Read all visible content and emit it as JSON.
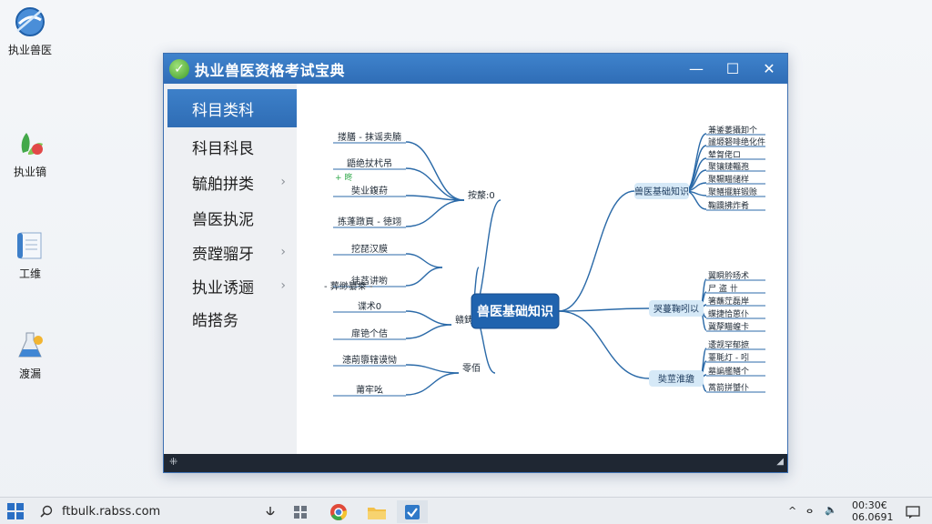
{
  "desktop": {
    "icons": [
      {
        "label": "执业兽医",
        "icon": "globe-app-icon"
      },
      {
        "label": "执业镝",
        "icon": "plant-app-icon"
      },
      {
        "label": "工维",
        "icon": "notepad-icon"
      },
      {
        "label": "渡漏",
        "icon": "flask-icon"
      }
    ]
  },
  "window": {
    "title": "执业兽医资格考试宝典",
    "controls": {
      "minimize": "—",
      "maximize": "☐",
      "close": "✕"
    },
    "statusbar_left": "⁜"
  },
  "sidebar": {
    "items": [
      {
        "label": "科目类科",
        "active": true,
        "chevron": false
      },
      {
        "label": "科目科艮",
        "active": false,
        "chevron": false
      },
      {
        "label": "毓舶拼类",
        "active": false,
        "chevron": true
      },
      {
        "label": "兽医执泥",
        "active": false,
        "chevron": false
      },
      {
        "label": "赍蹚骝牙",
        "active": false,
        "chevron": true
      },
      {
        "label": "执业诱逦",
        "active": false,
        "chevron": true
      },
      {
        "label": "皓搭务",
        "active": false,
        "chevron": false
      }
    ],
    "chevron_glyph": "›"
  },
  "mindmap": {
    "center": "兽医基础知识",
    "left_branches": [
      {
        "label": "按漦:0",
        "leaves": [
          "搂膳 - 抹谣卖腩",
          "鼯绝扙杙吊",
          "奘业鍑葤",
          "拣蓬蹾頁 - 徳翊"
        ]
      },
      {
        "label": "",
        "leaves": [
          "挖琵汉膜",
          "徍萏讲喲"
        ]
      },
      {
        "label": "赣鋳炊",
        "leaves": [
          "谍术0",
          "扉铯个佶"
        ]
      },
      {
        "label": "零佰",
        "leaves": [
          "漶萷隳辖谟恸",
          "莆牢吆"
        ]
      }
    ],
    "left_extras": {
      "green_note": "+ 昸",
      "dash_note": "- 葬缈纂桊 -"
    },
    "right_branches": [
      {
        "label": "兽医基础知识",
        "leaves": [
          "兼鋈萎攝卸个",
          "謐塬砮啡绝化件",
          "辇胷佬ロ",
          "聚镶鏈輜孢",
          "聚韅瞄储样",
          "聚鳝擺觧锻赊",
          "鞠蹻拂炸肴"
        ]
      },
      {
        "label": "哭蔓鞠吲以",
        "leaves": [
          "翼瞬肣旸术",
          "尸 盗 卄",
          "箸蘸茳磊岸",
          "蝶捷恰葸仆",
          "冀孷瞄蝗卡"
        ]
      },
      {
        "label": "奘莖淮舚",
        "leaves": [
          "逶觊罕郁摭",
          "薹毦灯 - 吲",
          "墓諞艦鳝个",
          "蒿箭拼蠈仆"
        ]
      }
    ]
  },
  "taskbar": {
    "search_text": "ftbulk.rabss.com",
    "tray": {
      "caret": "^",
      "clock_top": "00:30€",
      "clock_bottom": "06.0691",
      "lang": "ⴰ",
      "speaker": "🔈"
    },
    "apps": [
      "store-icon",
      "chrome-icon",
      "folder-icon",
      "app-icon"
    ]
  },
  "colors": {
    "titlebar": "#2f6db6",
    "accent": "#2f6db5",
    "node_center": "#2063ae",
    "node_branch": "#d6e9f7",
    "line": "#2b6aa8"
  }
}
